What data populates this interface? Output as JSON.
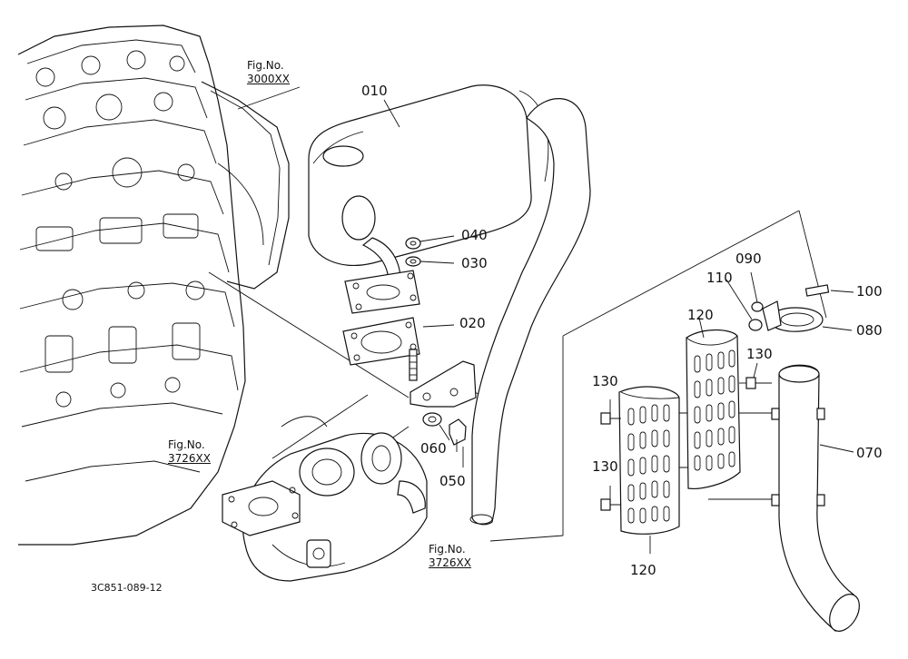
{
  "diagram": {
    "drawing_code": "3C851-089-12",
    "figure_refs": [
      {
        "id": "fig-3000",
        "caption": "Fig.No.",
        "number": "3000XX"
      },
      {
        "id": "fig-3726-left",
        "caption": "Fig.No.",
        "number": "3726XX"
      },
      {
        "id": "fig-3726-bottom",
        "caption": "Fig.No.",
        "number": "3726XX"
      }
    ],
    "part_labels": {
      "p010": "010",
      "p020": "020",
      "p030": "030",
      "p040": "040",
      "p050": "050",
      "p060": "060",
      "p070": "070",
      "p080": "080",
      "p090": "090",
      "p100": "100",
      "p110": "110",
      "p120a": "120",
      "p120b": "120",
      "p130a": "130",
      "p130b": "130",
      "p130c": "130"
    }
  }
}
